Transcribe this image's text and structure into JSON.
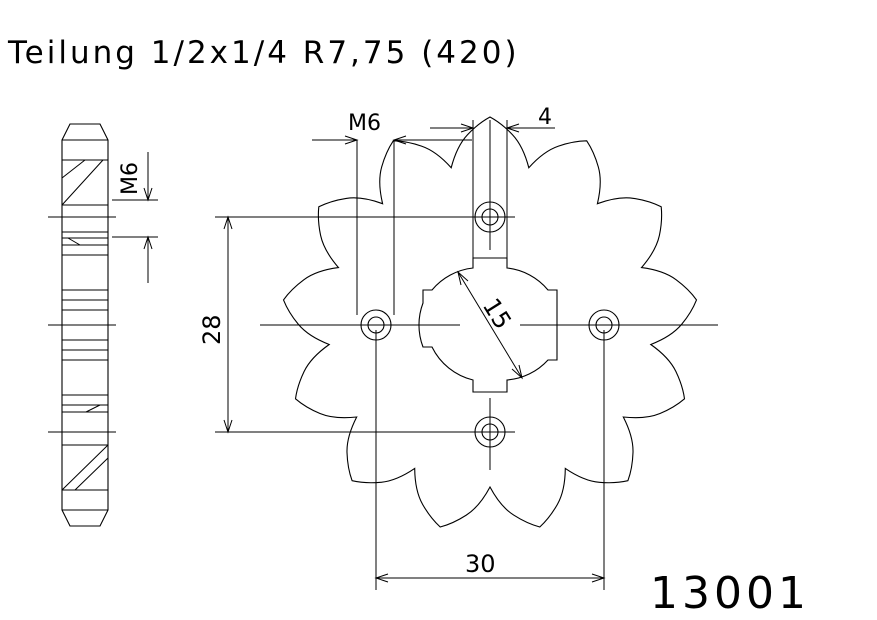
{
  "header": {
    "spec": "Teilung 1/2x1/4 R7,75 (420)"
  },
  "dimensions": {
    "m6_top": "M6",
    "width_4": "4",
    "m6_side": "M6",
    "height_28": "28",
    "diameter_15": "15",
    "width_30": "30"
  },
  "part_number": "13001",
  "sprocket": {
    "teeth": 13
  }
}
